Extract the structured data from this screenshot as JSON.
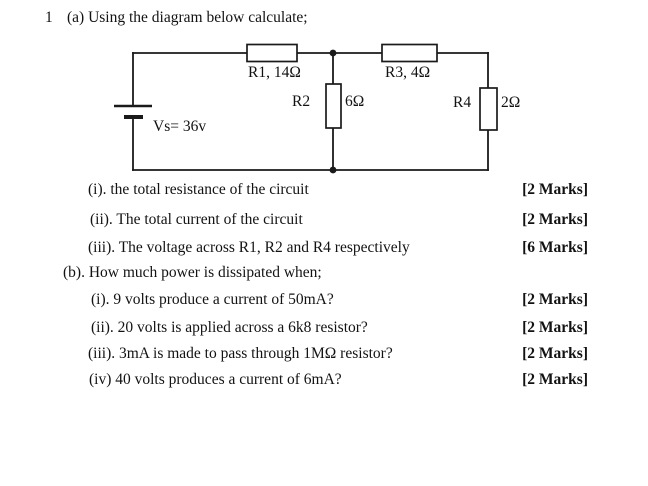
{
  "header": {
    "question_number": "1",
    "part_a_heading": "(a) Using the diagram below calculate;"
  },
  "circuit": {
    "source_label": "Vs= 36v",
    "r1_label": "R1, 14Ω",
    "r3_label": "R3, 4Ω",
    "r2_name": "R2",
    "r2_value": "6Ω",
    "r4_name": "R4",
    "r4_value": "2Ω"
  },
  "part_a": {
    "items": [
      {
        "label": "(i). the total resistance of the circuit",
        "marks": "[2 Marks]"
      },
      {
        "label": "(ii). The total current of the circuit",
        "marks": "[2 Marks]"
      },
      {
        "label": "(iii). The voltage across R1, R2 and R4 respectively",
        "marks": "[6 Marks]"
      }
    ]
  },
  "part_b": {
    "heading": "(b). How much power is dissipated when;",
    "items": [
      {
        "label": "(i). 9 volts produce a current of 50mA?",
        "marks": "[2 Marks]"
      },
      {
        "label": "(ii). 20 volts is applied across a 6k8 resistor?",
        "marks": "[2 Marks]"
      },
      {
        "label": "(iii). 3mA is made to pass through 1MΩ resistor?",
        "marks": "[2 Marks]"
      },
      {
        "label": "(iv) 40 volts produces a current of 6mA?",
        "marks": "[2 Marks]"
      }
    ]
  }
}
